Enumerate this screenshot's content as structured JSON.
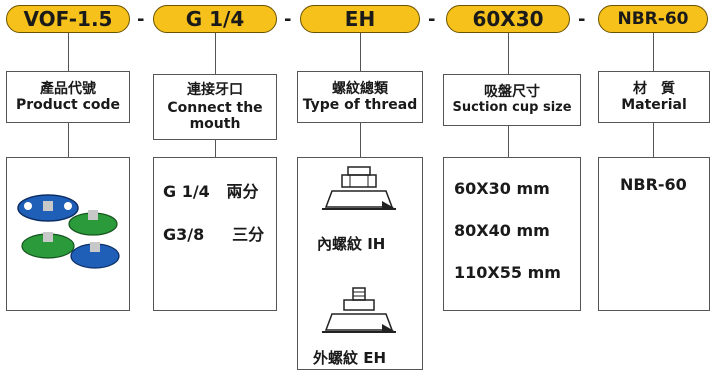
{
  "code_parts": [
    "VOF-1.5",
    "G 1/4",
    "EH",
    "60X30",
    "NBR-60"
  ],
  "separator": "-",
  "colors": {
    "accent": "#f5c11a",
    "border": "#555555",
    "product_blue": "#1f5fb8",
    "product_green": "#2a9a3a"
  },
  "columns": [
    {
      "title_zh": "產品代號",
      "title_en": "Product code",
      "product_image": "product-photo"
    },
    {
      "title_zh": "連接牙口",
      "title_en": "Connect the mouth",
      "options": [
        {
          "size": "G 1/4",
          "zh": "兩分"
        },
        {
          "size": "G3/8",
          "zh": "三分"
        }
      ]
    },
    {
      "title_zh": "螺紋總類",
      "title_en": "Type of thread",
      "options": [
        {
          "icon": "internal-thread-icon",
          "label": "內螺紋  IH"
        },
        {
          "icon": "external-thread-icon",
          "label": "外螺紋  EH"
        }
      ]
    },
    {
      "title_zh": "吸盤尺寸",
      "title_en": "Suction cup size",
      "options": [
        "60X30 mm",
        "80X40 mm",
        "110X55 mm"
      ]
    },
    {
      "title_zh": "材　質",
      "title_en": "Material",
      "options": [
        "NBR-60"
      ]
    }
  ]
}
